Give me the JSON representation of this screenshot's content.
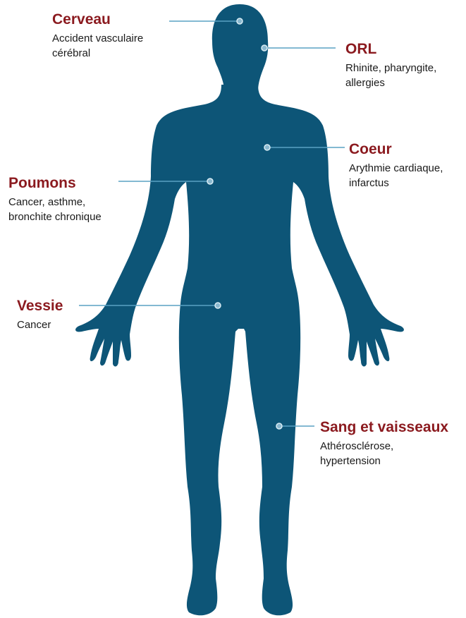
{
  "colors": {
    "body": "#0d5577",
    "title": "#8b1a1f",
    "line": "#5aa2c4",
    "dot_fill": "#8ab8cf",
    "dot_stroke": "#d9ecf4"
  },
  "labels": {
    "cerveau": {
      "title": "Cerveau",
      "desc": [
        "Accident vasculaire",
        "cérébral"
      ]
    },
    "orl": {
      "title": "ORL",
      "desc": [
        "Rhinite, pharyngite,",
        "allergies"
      ]
    },
    "coeur": {
      "title": "Coeur",
      "desc": [
        "Arythmie cardiaque,",
        "infarctus"
      ]
    },
    "poumons": {
      "title": "Poumons",
      "desc": [
        "Cancer, asthme,",
        "bronchite chronique"
      ]
    },
    "vessie": {
      "title": "Vessie",
      "desc": [
        "Cancer"
      ]
    },
    "sang": {
      "title": "Sang et vaisseaux",
      "desc": [
        "Athérosclérose,",
        "hypertension"
      ]
    }
  }
}
